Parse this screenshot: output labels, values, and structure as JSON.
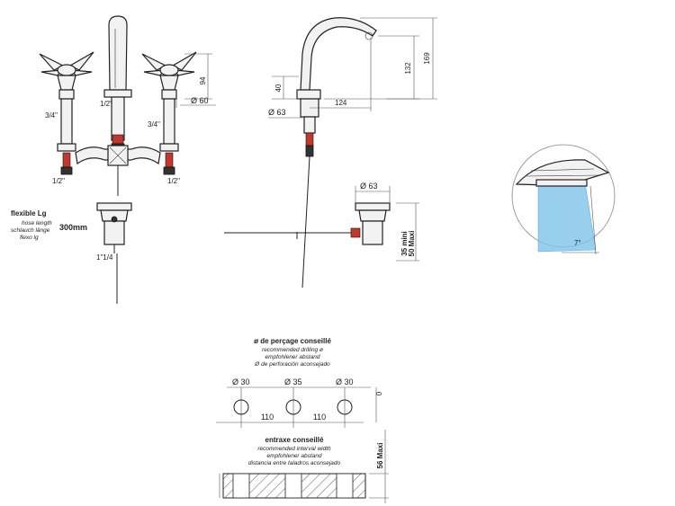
{
  "front_view": {
    "thread_left_top": "3/4\"",
    "thread_left_bottom": "1/2\"",
    "thread_spout": "1/2\"",
    "thread_right_top": "3/4\"",
    "thread_right_bottom": "1/2\"",
    "dim_height": "94",
    "dim_diameter": "Ø 60",
    "thread_waste": "1\"1/4",
    "hose_title": "flexible Lg",
    "hose_en": "hose length",
    "hose_de": "schlauch länge",
    "hose_es": "flexo lg",
    "hose_length": "300mm"
  },
  "side_view": {
    "dim_40": "40",
    "dim_63": "Ø 63",
    "dim_124": "124",
    "dim_132": "132",
    "dim_169": "169",
    "waste_diameter": "Ø 63",
    "waste_min": "35 mini",
    "waste_max": "50 Maxi"
  },
  "aerator_detail": {
    "angle": "7°",
    "water_color": "#7ec3ea"
  },
  "drilling": {
    "title_fr": "ø de perçage conseillé",
    "title_en": "recommended drilling ø",
    "title_de": "empfohlener abstand",
    "title_es": "Ø de perforación aconsejado",
    "hole_left": "Ø 30",
    "hole_mid": "Ø 35",
    "hole_right": "Ø 30",
    "zero": "0",
    "spacing_left": "110",
    "spacing_right": "110"
  },
  "interval": {
    "title_fr": "entraxe conseillé",
    "title_en": "recommended interval width",
    "title_de": "empfohlener abstand",
    "title_es": "distancia entre taladros aconsejado",
    "max_thickness": "56 Maxi"
  }
}
